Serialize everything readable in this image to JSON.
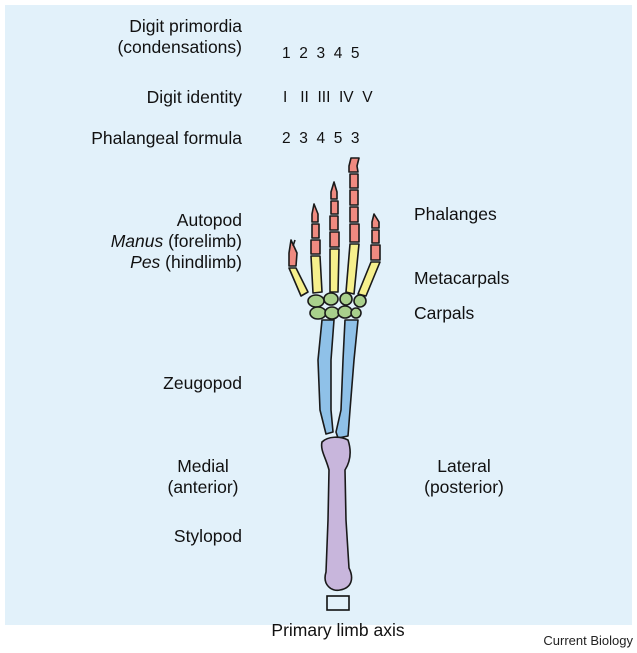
{
  "header_rows": {
    "digit_primordia_line1": "Digit primordia",
    "digit_primordia_line2": "(condensations)",
    "digit_primordia_values": "1  2  3  4  5",
    "digit_identity_label": "Digit identity",
    "digit_identity_values": "I   II  III  IV  V",
    "phalangeal_formula_label": "Phalangeal formula",
    "phalangeal_formula_values": "2  3  4  5  3"
  },
  "left_labels": {
    "autopod": "Autopod",
    "manus_italic": "Manus",
    "manus_rest": " (forelimb)",
    "pes_italic": "Pes",
    "pes_rest": " (hindlimb)",
    "zeugopod": "Zeugopod",
    "medial_line1": "Medial",
    "medial_line2": "(anterior)",
    "stylopod": "Stylopod"
  },
  "right_labels": {
    "phalanges": "Phalanges",
    "metacarpals": "Metacarpals",
    "carpals": "Carpals",
    "lateral_line1": "Lateral",
    "lateral_line2": "(posterior)"
  },
  "bottom": {
    "primary_limb_axis": "Primary limb axis",
    "credit": "Current Biology"
  },
  "colors": {
    "background_panel": "#e2f1fa",
    "phalanges": "#ef8a80",
    "metacarpals": "#f6f08c",
    "carpals": "#a9d08c",
    "zeugopod": "#8fc1e8",
    "stylopod": "#c8b6dc"
  }
}
